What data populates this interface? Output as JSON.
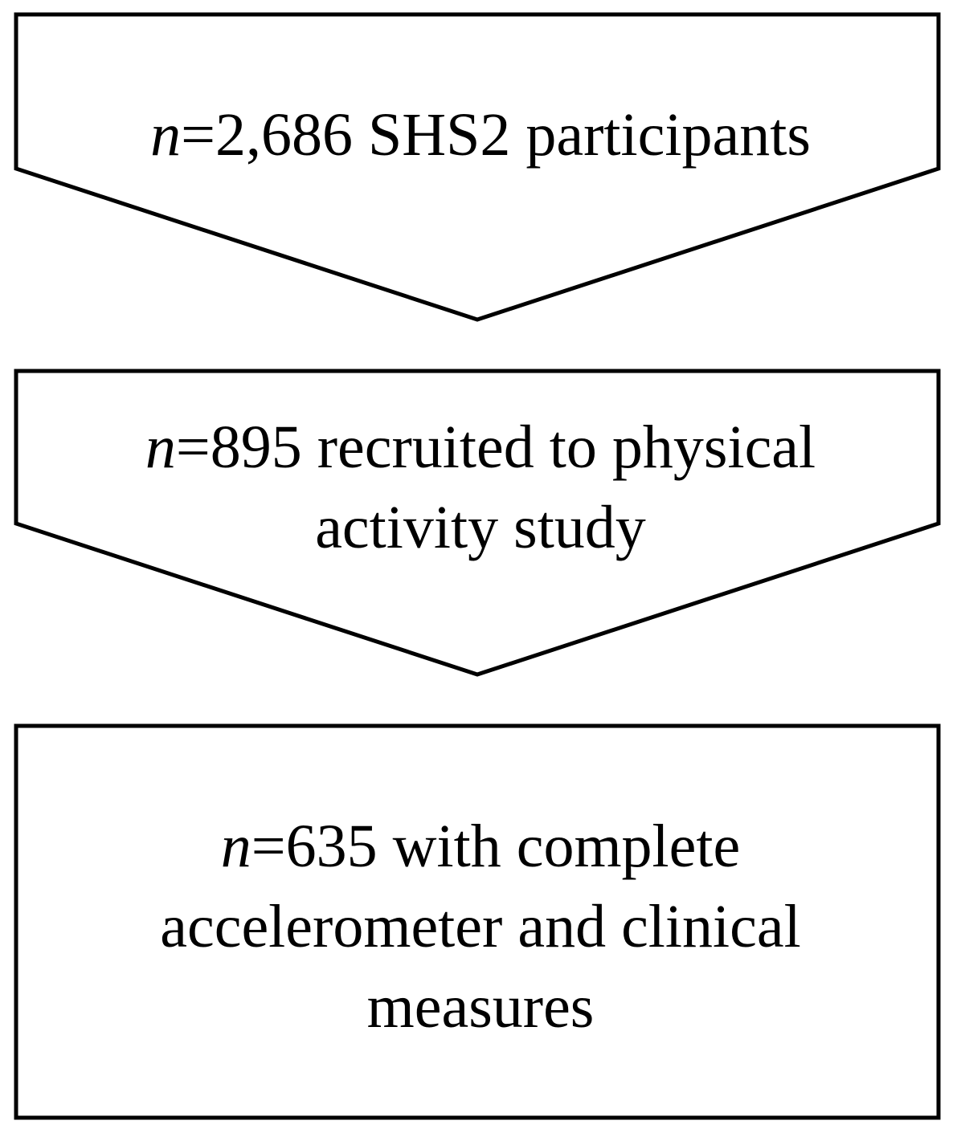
{
  "flowchart": {
    "stages": [
      {
        "n_prefix": "n",
        "count_text": "=2,686",
        "lines": [
          " SHS2 participants"
        ]
      },
      {
        "n_prefix": "n",
        "count_text": "=895",
        "lines": [
          " recruited to physical",
          "activity study"
        ]
      },
      {
        "n_prefix": "n",
        "count_text": "=635",
        "lines": [
          " with complete",
          "accelerometer and clinical",
          "measures"
        ]
      }
    ]
  }
}
